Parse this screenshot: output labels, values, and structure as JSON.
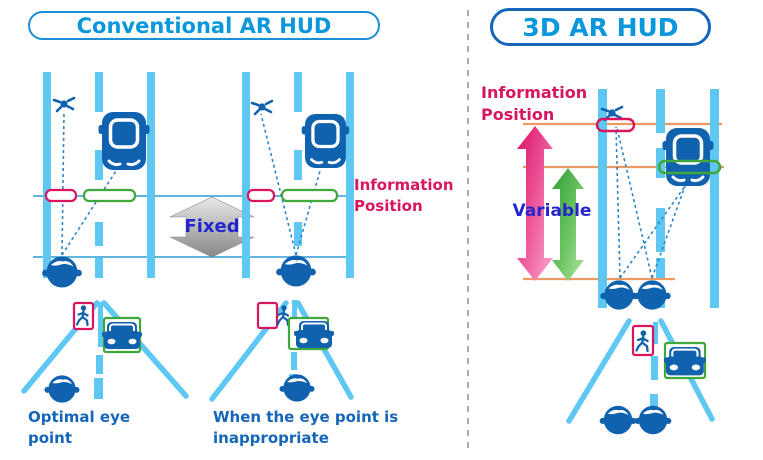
{
  "header": {
    "left_title": "Conventional AR HUD",
    "right_title": "3D AR HUD"
  },
  "left_panel": {
    "info_position": {
      "line1": "Information",
      "line2": "Position"
    },
    "arrow_label": "Fixed",
    "captions": {
      "optimal": {
        "line1": "Optimal eye",
        "line2": "point"
      },
      "inappropriate": {
        "line1": "When the eye point is",
        "line2": "inappropriate"
      }
    }
  },
  "right_panel": {
    "info_position": {
      "line1": "Information",
      "line2": "Position"
    },
    "arrow_label": "Variable"
  },
  "colors": {
    "title_blue": "#0a97dc",
    "title_border_left": "#1b8ed6",
    "title_border_right": "#1566b8",
    "icon_blue": "#1162ae",
    "lane_blue": "#5ec7f2",
    "crimson": "#d81560",
    "green": "#3fa83b",
    "orange": "#eb9b62",
    "caption_blue": "#1565b8",
    "arrow_text_blue": "#2525cd",
    "sight_line_blue": "#2e86c8",
    "thin_line_blue": "#2d9bd4",
    "divider_gray": "#9a9a9a"
  },
  "icons": {
    "pedestrian-top-icon": "person walking seen from above",
    "car-top-icon": "car seen from above",
    "head-icon": "driver eye-point head seen from above",
    "pedestrian-side-icon": "walking person (perspective view)",
    "car-front-icon": "car front (perspective view)",
    "fixed-double-arrow-icon": "gray vertical double-headed arrow",
    "variable-magenta-arrow-icon": "magenta vertical double-headed arrow",
    "variable-green-arrow-icon": "green vertical double-headed arrow"
  }
}
